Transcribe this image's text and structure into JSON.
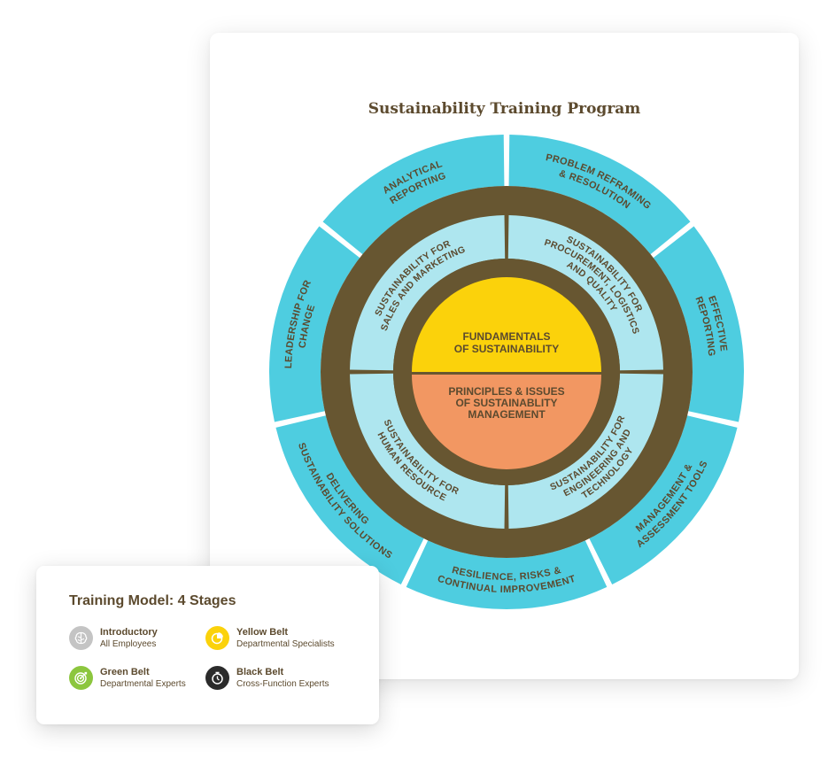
{
  "title": "Sustainability Training Program",
  "colors": {
    "outer_ring": "#4ecde0",
    "brown_ring": "#675631",
    "inner_ring": "#aee6ef",
    "core_top": "#fbd20b",
    "core_bottom": "#f29762",
    "label": "#5b4a2f"
  },
  "core": {
    "top": [
      "FUNDAMENTALS",
      "OF SUSTAINABILITY"
    ],
    "bottom": [
      "PRINCIPLES & ISSUES",
      "OF SUSTAINABLITY",
      "MANAGEMENT"
    ]
  },
  "inner_segments": [
    [
      "SUSTAINABILITY FOR",
      "SALES AND MARKETING"
    ],
    [
      "SUSTAINABILITY FOR",
      "PROCUREMENT, LOGISTICS",
      "AND QUALITY"
    ],
    [
      "SUSTAINABILITY FOR",
      "ENGINEERING AND",
      "TECHNOLOGY"
    ],
    [
      "SUSTAINABILITY FOR",
      "HUMAN RESOURCE"
    ]
  ],
  "outer_segments": [
    [
      "PROBLEM REFRAMING",
      "& RESOLUTION"
    ],
    [
      "EFFECTIVE",
      "REPORTING"
    ],
    [
      "MANAGEMENT &",
      "ASSESSMENT TOOLS"
    ],
    [
      "RESILIENCE, RISKS &",
      "CONTINUAL IMPROVEMENT"
    ],
    [
      "DELIVERING",
      "SUSTAINABILITY SOLUTIONS"
    ],
    [
      "LEADERSHIP FOR",
      "CHANGE"
    ],
    [
      "ANALYTICAL",
      "REPORTING"
    ]
  ],
  "legend": {
    "title": "Training Model: 4 Stages",
    "stages": [
      {
        "name": "Introductory",
        "audience": "All Employees",
        "icon": "brain-icon",
        "color": "#c4c4c4"
      },
      {
        "name": "Yellow Belt",
        "audience": "Departmental Specialists",
        "icon": "pie-chart-icon",
        "color": "#fbd20b"
      },
      {
        "name": "Green Belt",
        "audience": "Departmental Experts",
        "icon": "target-icon",
        "color": "#8cc63e"
      },
      {
        "name": "Black Belt",
        "audience": "Cross-Function Experts",
        "icon": "stopwatch-icon",
        "color": "#2b2b2b"
      }
    ]
  }
}
